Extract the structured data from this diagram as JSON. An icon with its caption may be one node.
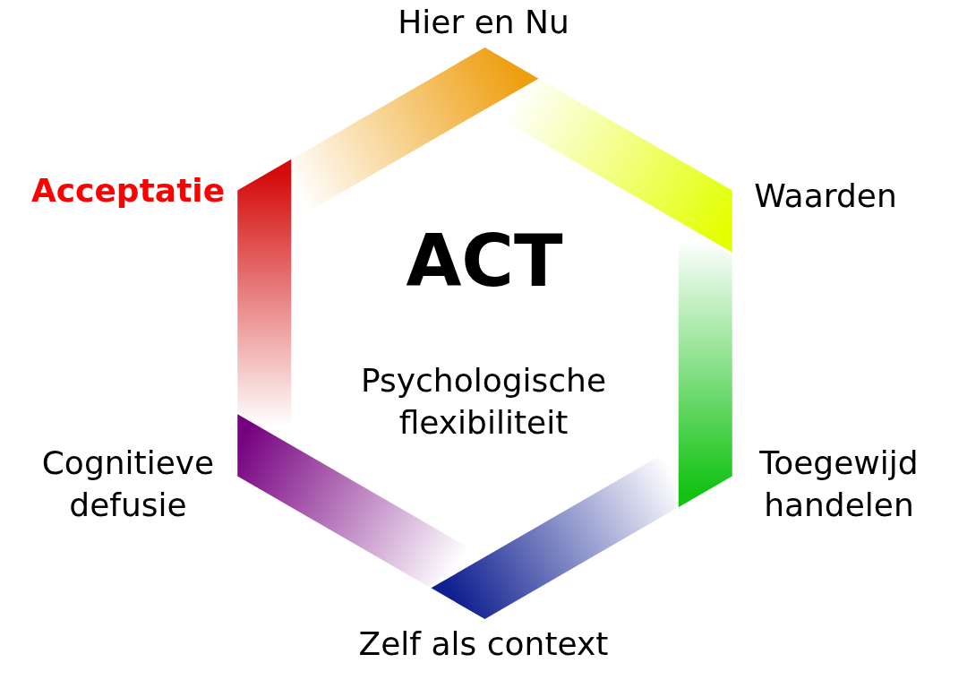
{
  "diagram": {
    "nodes": [
      {
        "text": [
          "ACT",
          "Psychologische flexibiliteit"
        ]
      }
    ],
    "labels": [
      "Hier en Nu",
      "Acceptatie",
      "Waarden",
      "Cognitieve defusie",
      "Toegewijd handelen",
      "Zelf als context"
    ]
  }
}
